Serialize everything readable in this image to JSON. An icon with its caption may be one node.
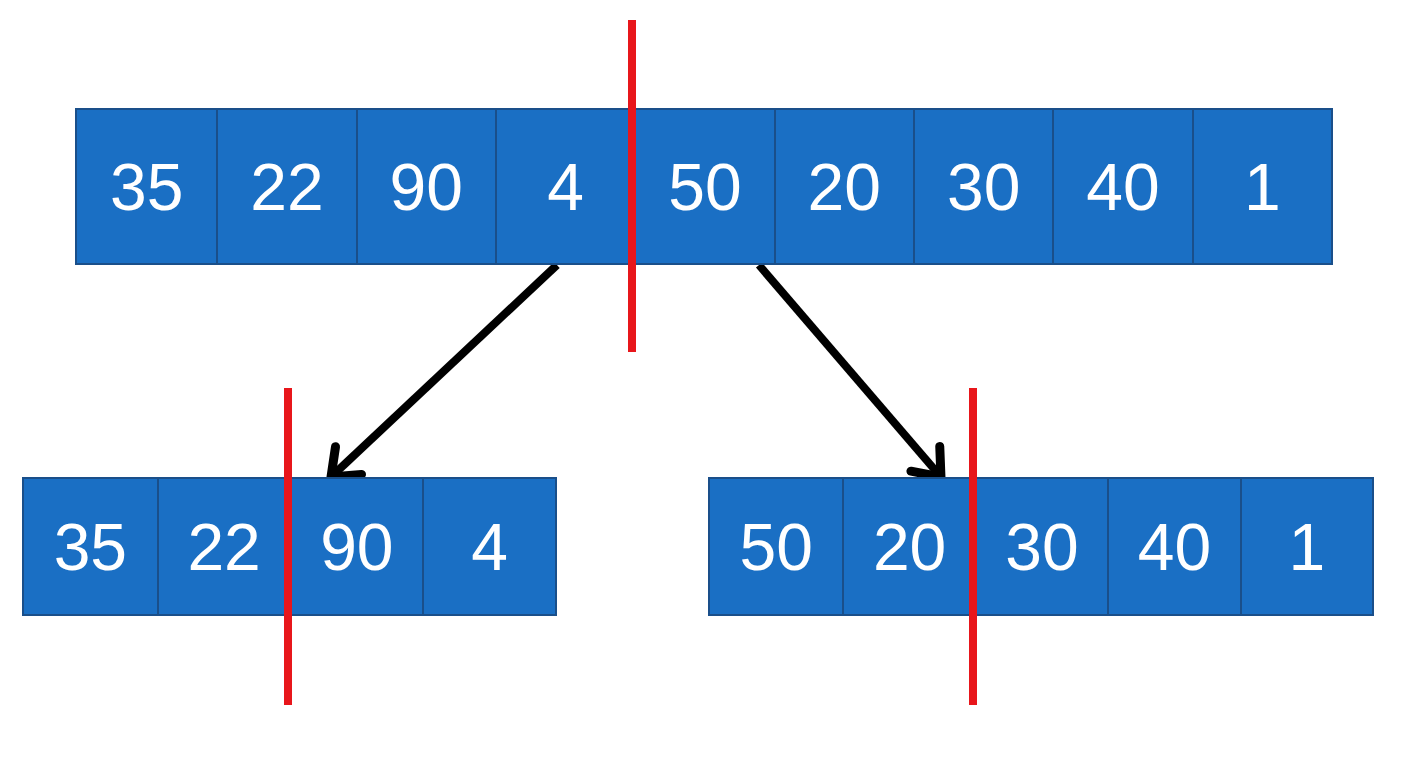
{
  "diagram": {
    "nodes": [
      {
        "text": [],
        "shape": "bar"
      },
      {
        "text": [
          "35"
        ],
        "in": 0
      },
      {
        "text": [
          "22"
        ],
        "in": 0
      },
      {
        "text": [
          "90"
        ],
        "in": 0
      },
      {
        "text": [
          "4"
        ],
        "in": 0
      },
      {
        "text": [
          "50"
        ],
        "in": 0
      },
      {
        "text": [
          "20"
        ],
        "in": 0
      },
      {
        "text": [
          "30"
        ],
        "in": 0
      },
      {
        "text": [
          "40"
        ],
        "in": 0
      },
      {
        "text": [
          "1"
        ],
        "in": 0
      },
      {
        "text": [],
        "shape": "bar"
      },
      {
        "text": [
          "35"
        ],
        "in": 10
      },
      {
        "text": [
          "22"
        ],
        "in": 10
      },
      {
        "text": [
          "90"
        ],
        "in": 10
      },
      {
        "text": [
          "4"
        ],
        "in": 10
      },
      {
        "text": [],
        "shape": "bar"
      },
      {
        "text": [
          "50"
        ],
        "in": 15
      },
      {
        "text": [
          "20"
        ],
        "in": 15
      },
      {
        "text": [
          "30"
        ],
        "in": 15
      },
      {
        "text": [
          "40"
        ],
        "in": 15
      },
      {
        "text": [
          "1"
        ],
        "in": 15
      }
    ],
    "edges": [
      {
        "from": 0,
        "to": 10,
        "arrow": "to"
      },
      {
        "from": 0,
        "to": 15,
        "arrow": "to"
      }
    ]
  }
}
